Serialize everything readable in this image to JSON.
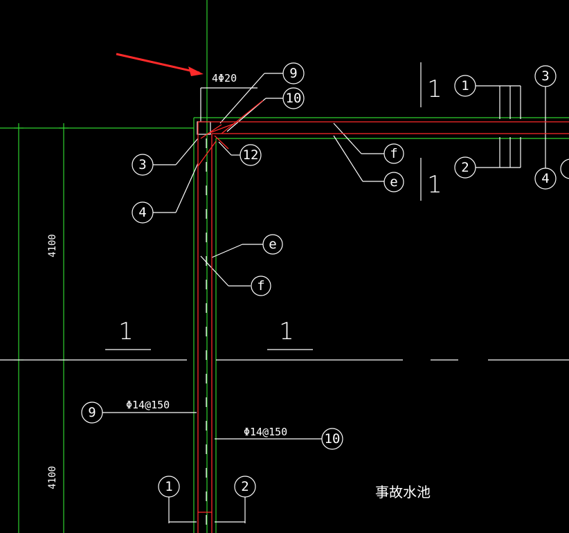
{
  "rebar_top": "4Φ20",
  "rebar_left": "Φ14@150",
  "rebar_right": "Φ14@150",
  "dim_upper": "4100",
  "dim_lower": "4100",
  "section_mark": "1",
  "pool_label": "事故水池",
  "callouts": {
    "c9_top": "9",
    "c10_top": "10",
    "c3_left": "3",
    "c4_left": "4",
    "c12": "12",
    "cf_right": "f",
    "ce_right": "e",
    "ce_mid": "e",
    "cf_mid": "f",
    "c9_low": "9",
    "c10_low": "10",
    "c1_low": "1",
    "c2_low": "2",
    "c1_right": "1",
    "c2_right": "2",
    "c3_right": "3",
    "c4_right": "4"
  },
  "colors": {
    "background": "#000000",
    "linework": "#ffffff",
    "grid": "#2fd12f",
    "rebar": "#ff2a2a",
    "arrow": "#ff2a2a"
  }
}
